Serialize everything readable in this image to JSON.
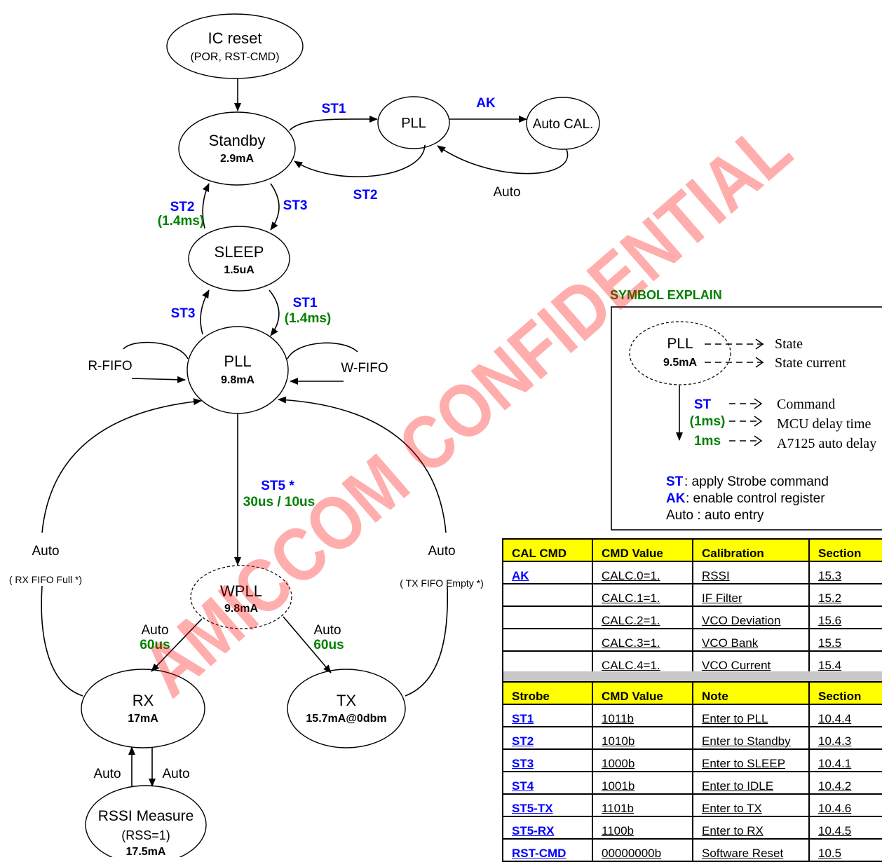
{
  "states": {
    "ic_reset": {
      "name": "IC reset",
      "sub": "(POR, RST-CMD)"
    },
    "standby": {
      "name": "Standby",
      "current": "2.9mA"
    },
    "pll_top": {
      "name": "PLL"
    },
    "auto_cal": {
      "name": "Auto CAL."
    },
    "sleep": {
      "name": "SLEEP",
      "current": "1.5uA"
    },
    "pll_main": {
      "name": "PLL",
      "current": "9.8mA"
    },
    "wpll": {
      "name": "WPLL",
      "current": "9.8mA"
    },
    "rx": {
      "name": "RX",
      "current": "17mA"
    },
    "tx": {
      "name": "TX",
      "current": "15.7mA@0dbm"
    },
    "rssi": {
      "name": "RSSI Measure",
      "sub": "(RSS=1)",
      "current": "17.5mA"
    }
  },
  "transitions": {
    "st1_top": "ST1",
    "ak": "AK",
    "st2_top": "ST2",
    "auto_top": "Auto",
    "st2_left": "ST2",
    "st2_delay": "(1.4ms)",
    "st3_right": "ST3",
    "st3_left": "ST3",
    "st1_mid": "ST1",
    "st1_delay": "(1.4ms)",
    "r_fifo": "R-FIFO",
    "w_fifo": "W-FIFO",
    "st5": "ST5 *",
    "st5_delay": "30us / 10us",
    "auto_left": "Auto",
    "rx_fifo_full": "( RX FIFO Full *)",
    "auto_right": "Auto",
    "tx_fifo_empty": "( TX FIFO Empty *)",
    "auto_rx": "Auto",
    "auto_rx_delay": "60us",
    "auto_tx": "Auto",
    "auto_tx_delay": "60us",
    "auto_rssi_up": "Auto",
    "auto_rssi_down": "Auto"
  },
  "legend": {
    "title": "SYMBOL EXPLAIN",
    "sample_state": "PLL",
    "sample_current": "9.5mA",
    "state": "State",
    "state_current": "State current",
    "st": "ST",
    "command": "Command",
    "mcu_delay_sample": "(1ms)",
    "mcu_delay": "MCU delay time",
    "auto_delay_sample": "1ms",
    "auto_delay": "A7125 auto delay",
    "st_key": "ST",
    "st_desc": ": apply Strobe command",
    "ak_key": "AK",
    "ak_desc": ": enable control register",
    "auto_desc": "Auto : auto entry"
  },
  "cal_table": {
    "headers": [
      "CAL CMD",
      "CMD Value",
      "Calibration",
      "Section"
    ],
    "rows": [
      [
        "AK",
        "CALC.0=1.",
        "RSSI",
        "15.3"
      ],
      [
        "",
        "CALC.1=1.",
        "IF Filter",
        "15.2"
      ],
      [
        "",
        "CALC.2=1.",
        "VCO Deviation",
        "15.6"
      ],
      [
        "",
        "CALC.3=1.",
        "VCO Bank",
        "15.5"
      ],
      [
        "",
        "CALC.4=1.",
        "VCO Current",
        "15.4"
      ]
    ]
  },
  "strobe_table": {
    "headers": [
      "Strobe",
      "CMD Value",
      "Note",
      "Section"
    ],
    "rows": [
      [
        "ST1",
        "1011b",
        "Enter to PLL",
        "10.4.4"
      ],
      [
        "ST2",
        "1010b",
        "Enter to Standby",
        "10.4.3"
      ],
      [
        "ST3",
        "1000b",
        "Enter to SLEEP",
        "10.4.1"
      ],
      [
        "ST4",
        "1001b",
        "Enter to IDLE",
        "10.4.2"
      ],
      [
        "ST5-TX",
        "1101b",
        "Enter to TX",
        "10.4.6"
      ],
      [
        "ST5-RX",
        "1100b",
        "Enter to RX",
        "10.4.5"
      ],
      [
        "RST-CMD",
        "00000000b",
        "Software Reset",
        "10.5"
      ]
    ]
  },
  "watermark": "AMICCOM CONFIDENTIAL"
}
